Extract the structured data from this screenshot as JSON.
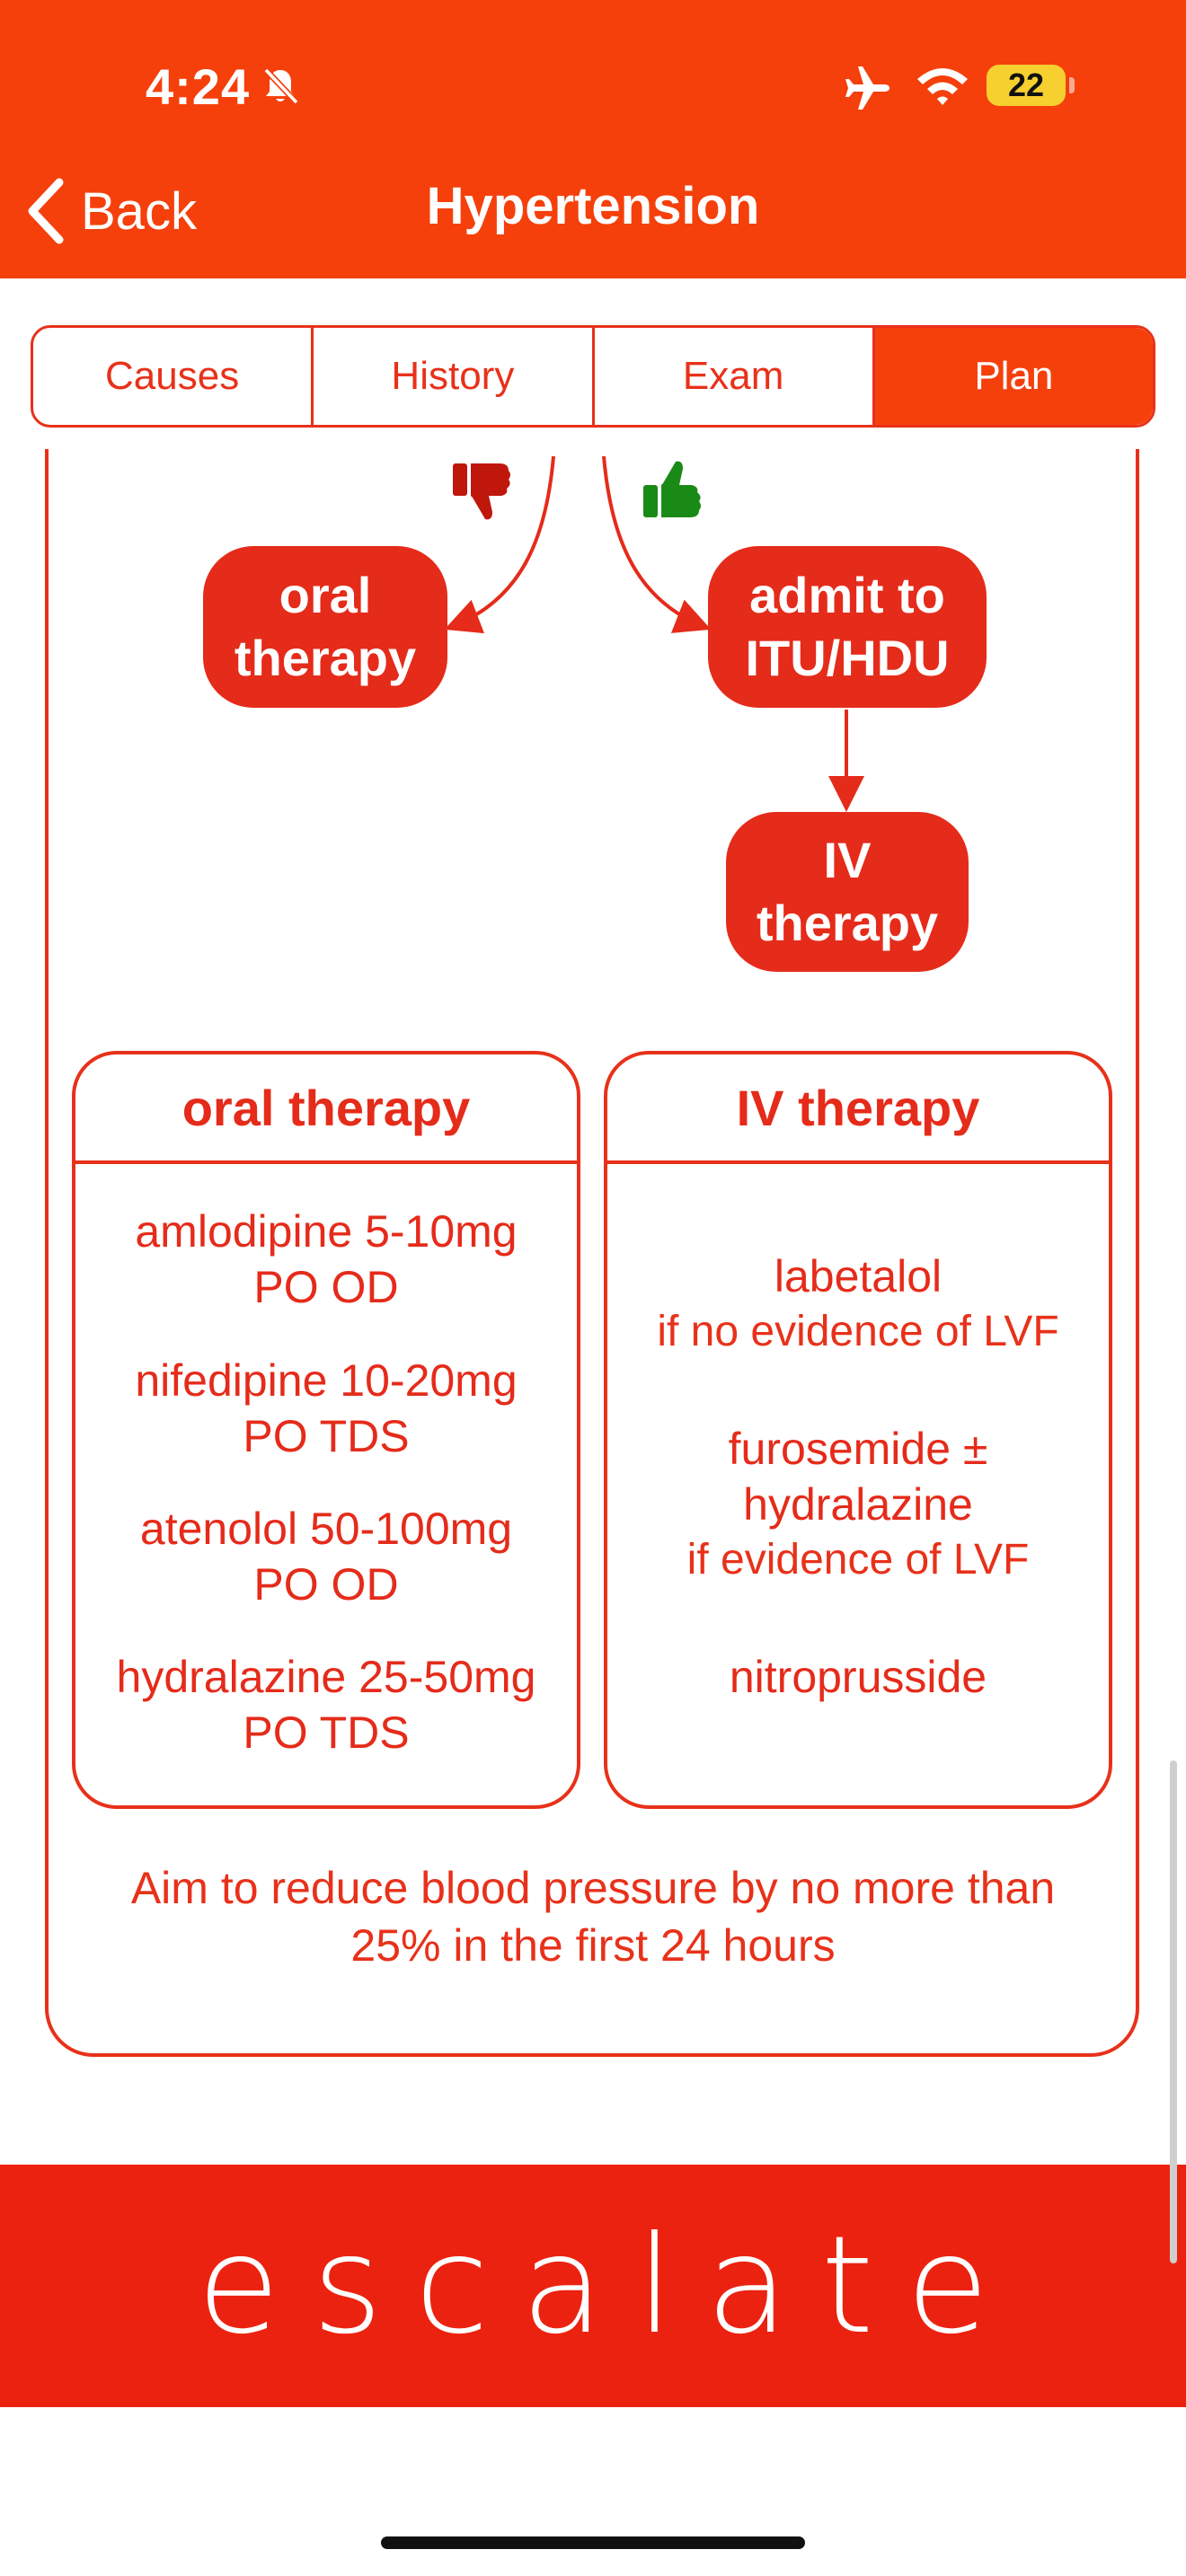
{
  "status_bar": {
    "time": "4:24",
    "battery": "22",
    "icons": [
      "bell-slash-icon",
      "airplane-icon",
      "wifi-icon",
      "battery-icon"
    ]
  },
  "nav": {
    "back_label": "Back",
    "title": "Hypertension"
  },
  "tabs": [
    {
      "label": "Causes",
      "active": false
    },
    {
      "label": "History",
      "active": false
    },
    {
      "label": "Exam",
      "active": false
    },
    {
      "label": "Plan",
      "active": true
    }
  ],
  "flowchart": {
    "oral_node": [
      "oral",
      "therapy"
    ],
    "itu_node": [
      "admit to",
      "ITU/HDU"
    ],
    "iv_node": [
      "IV",
      "therapy"
    ],
    "icons": [
      "thumbs-down-icon",
      "thumbs-up-icon"
    ]
  },
  "oral_box": {
    "title": "oral therapy",
    "drugs": [
      {
        "line1": "amlodipine 5-10mg",
        "line2": "PO OD"
      },
      {
        "line1": "nifedipine 10-20mg",
        "line2": "PO TDS"
      },
      {
        "line1": "atenolol 50-100mg",
        "line2": "PO OD"
      },
      {
        "line1": "hydralazine 25-50mg",
        "line2": "PO TDS"
      }
    ]
  },
  "iv_box": {
    "title": "IV therapy",
    "drugs": [
      {
        "name": "labetalol",
        "condition": "if no evidence of LVF"
      },
      {
        "name_line1": "furosemide ±",
        "name_line2": "hydralazine",
        "condition": "if evidence of LVF"
      },
      {
        "name": "nitroprusside"
      }
    ]
  },
  "aim_note": [
    "Aim to reduce blood pressure by no more than",
    "25% in the first 24 hours"
  ],
  "escalate_label": "escalate",
  "colors": {
    "header": "#f5400b",
    "accent": "#e52b1a",
    "escalate": "#ec2210",
    "thumbs_down": "#c0170d",
    "thumbs_up": "#1a8a17",
    "battery": "#f6d02f"
  }
}
